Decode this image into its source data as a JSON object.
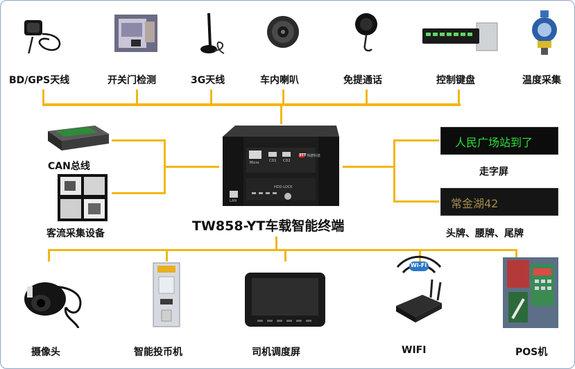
{
  "title": "TW858-YT车载智能终端",
  "terminal": {
    "port_labels": [
      "Micro",
      "CD1",
      "CD2"
    ],
    "badge": "3TT",
    "brand_text": "伟德科技",
    "lock_label": "HDD-LOCK",
    "lan_label": "LAN"
  },
  "top_devices": [
    {
      "name": "BD/GPS天线",
      "icon": "gps-antenna-icon"
    },
    {
      "name": "开关门检测",
      "icon": "door-sensor-icon"
    },
    {
      "name": "3G天线",
      "icon": "3g-antenna-icon"
    },
    {
      "name": "车内喇叭",
      "icon": "speaker-icon"
    },
    {
      "name": "免提通话",
      "icon": "handsfree-mic-icon"
    },
    {
      "name": "控制键盘",
      "icon": "keyboard-icon"
    },
    {
      "name": "温度采集",
      "icon": "temperature-sensor-icon"
    }
  ],
  "left_devices": [
    {
      "name": "CAN总线",
      "icon": "can-bus-module-icon"
    },
    {
      "name": "客流采集设备",
      "icon": "passenger-counter-icon"
    }
  ],
  "right_devices": [
    {
      "name": "走字屏",
      "icon": "led-scroll-screen-icon",
      "display_text": "人民广场站到了",
      "display_color": "#27e037"
    },
    {
      "name": "头牌、腰牌、尾牌",
      "icon": "route-sign-icon",
      "display_text": "常金湖42",
      "display_color": "#d2b25a"
    }
  ],
  "bottom_devices": [
    {
      "name": "摄像头",
      "icon": "camera-icon"
    },
    {
      "name": "智能投币机",
      "icon": "coin-box-icon"
    },
    {
      "name": "司机调度屏",
      "icon": "dispatch-screen-icon"
    },
    {
      "name": "WIFI",
      "icon": "wifi-router-icon",
      "badge": "Wi-Fi"
    },
    {
      "name": "POS机",
      "icon": "pos-machine-icon"
    }
  ],
  "colors": {
    "connector": "#f2b713",
    "frame": "#8aa6c8"
  }
}
